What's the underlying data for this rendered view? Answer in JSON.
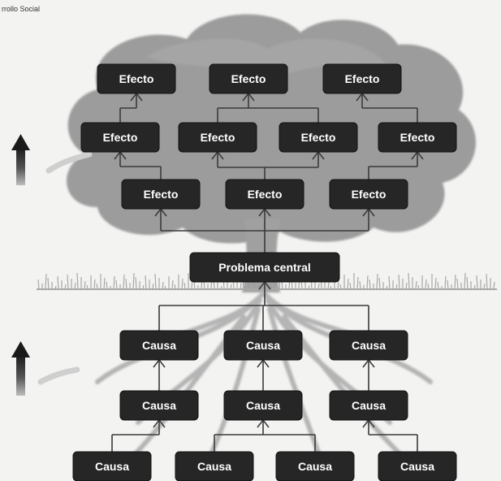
{
  "caption": {
    "line1": "...",
    "line2": "rrollo Social"
  },
  "diagram": {
    "center": {
      "label": "Problema central"
    },
    "effects": [
      {
        "id": "e_top_1",
        "label": "Efecto"
      },
      {
        "id": "e_top_2",
        "label": "Efecto"
      },
      {
        "id": "e_top_3",
        "label": "Efecto"
      },
      {
        "id": "e_mid_1",
        "label": "Efecto"
      },
      {
        "id": "e_mid_2",
        "label": "Efecto"
      },
      {
        "id": "e_mid_3",
        "label": "Efecto"
      },
      {
        "id": "e_mid_4",
        "label": "Efecto"
      },
      {
        "id": "e_low_1",
        "label": "Efecto"
      },
      {
        "id": "e_low_2",
        "label": "Efecto"
      },
      {
        "id": "e_low_3",
        "label": "Efecto"
      }
    ],
    "causes": [
      {
        "id": "c_top_1",
        "label": "Causa"
      },
      {
        "id": "c_top_2",
        "label": "Causa"
      },
      {
        "id": "c_top_3",
        "label": "Causa"
      },
      {
        "id": "c_mid_1",
        "label": "Causa"
      },
      {
        "id": "c_mid_2",
        "label": "Causa"
      },
      {
        "id": "c_mid_3",
        "label": "Causa"
      },
      {
        "id": "c_bot_1",
        "label": "Causa"
      },
      {
        "id": "c_bot_2",
        "label": "Causa"
      },
      {
        "id": "c_bot_3",
        "label": "Causa"
      },
      {
        "id": "c_bot_4",
        "label": "Causa"
      }
    ],
    "colors": {
      "box_fill": "#262626",
      "box_text": "#ffffff",
      "connector": "#3a3a3a",
      "canopy": "#9a9a9a",
      "trunk": "#a3a3a3",
      "roots": "#b4b4b4",
      "grass": "#a8a8a8",
      "arrow_dark": "#222222"
    },
    "icons": [
      "up-arrow-icon",
      "up-arrow-icon"
    ]
  }
}
